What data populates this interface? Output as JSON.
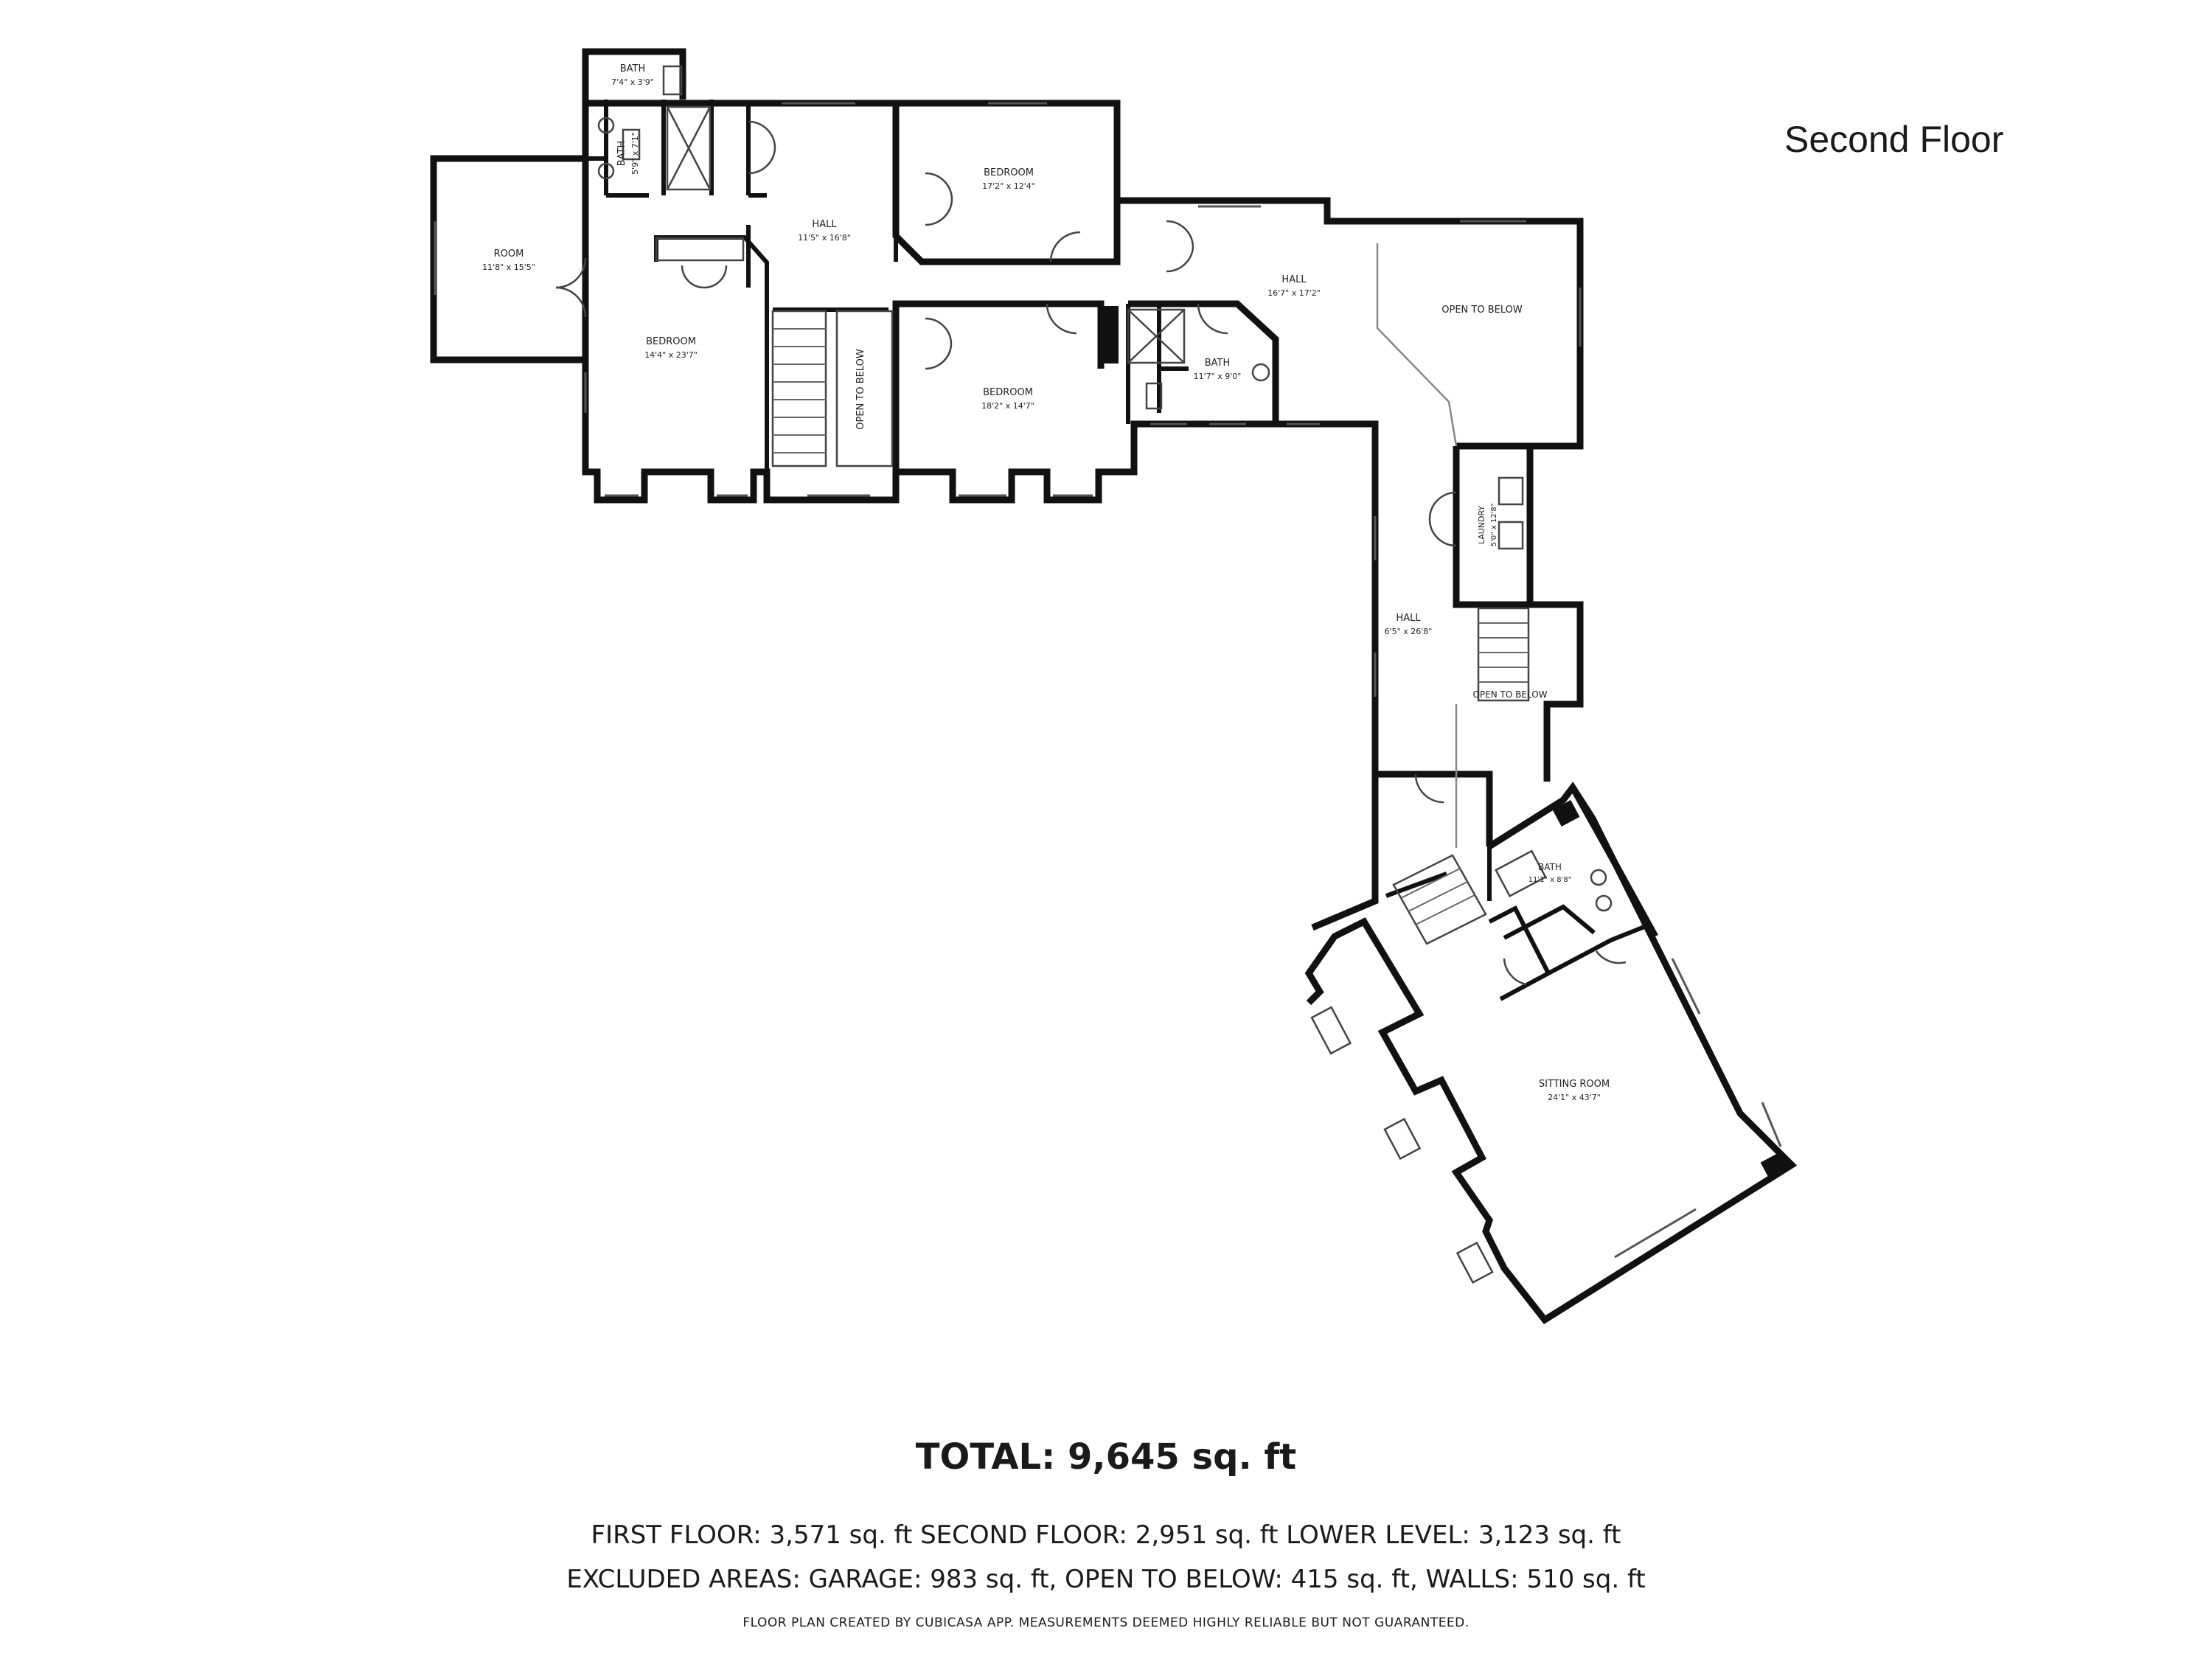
{
  "floor_title": "Second Floor",
  "rooms": [
    {
      "id": "bath-top",
      "name": "BATH",
      "dims": "7'4\" x 3'9\""
    },
    {
      "id": "bath-side",
      "name": "BATH",
      "dims": "5'9\" x 7'1\""
    },
    {
      "id": "room-west",
      "name": "ROOM",
      "dims": "11'8\" x 15'5\""
    },
    {
      "id": "bedroom-west",
      "name": "BEDROOM",
      "dims": "14'4\" x 23'7\""
    },
    {
      "id": "hall-north",
      "name": "HALL",
      "dims": "11'5\" x 16'8\""
    },
    {
      "id": "bedroom-north",
      "name": "BEDROOM",
      "dims": "17'2\" x 12'4\""
    },
    {
      "id": "bedroom-center",
      "name": "BEDROOM",
      "dims": "18'2\" x 14'7\""
    },
    {
      "id": "bath-center",
      "name": "BATH",
      "dims": "11'7\" x 9'0\""
    },
    {
      "id": "hall-east",
      "name": "HALL",
      "dims": "16'7\" x 17'2\""
    },
    {
      "id": "laundry",
      "name": "LAUNDRY",
      "dims": "5'0\" x 12'8\""
    },
    {
      "id": "hall-south",
      "name": "HALL",
      "dims": "6'5\" x 26'8\""
    },
    {
      "id": "bath-south",
      "name": "BATH",
      "dims": "11'1\" x 8'8\""
    },
    {
      "id": "sitting-room",
      "name": "SITTING ROOM",
      "dims": "24'1\" x 43'7\""
    }
  ],
  "open_labels": {
    "west": "OPEN TO BELOW",
    "east": "OPEN TO BELOW",
    "south": "OPEN TO BELOW"
  },
  "summary": {
    "total": "TOTAL: 9,645 sq. ft",
    "line1": "FIRST FLOOR: 3,571 sq. ft  SECOND FLOOR: 2,951 sq. ft  LOWER LEVEL: 3,123 sq. ft",
    "line2": "EXCLUDED AREAS: GARAGE: 983 sq. ft, OPEN TO BELOW: 415 sq. ft, WALLS: 510 sq. ft",
    "disclaimer": "FLOOR PLAN CREATED BY CUBICASA APP. MEASUREMENTS DEEMED HIGHLY RELIABLE BUT NOT GUARANTEED."
  },
  "colors": {
    "wall": "#111111",
    "thin": "#444444",
    "text": "#1a1a1a"
  }
}
